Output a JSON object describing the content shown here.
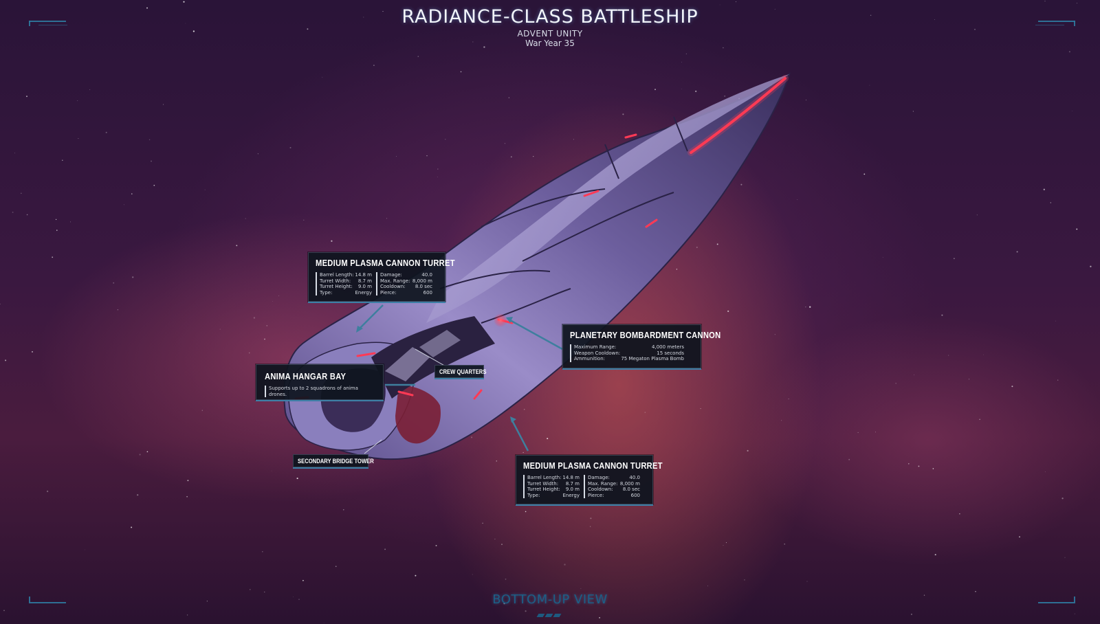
{
  "header": {
    "title": "RADIANCE-CLASS BATTLESHIP",
    "faction": "ADVENT UNITY",
    "era": "War Year 35"
  },
  "callouts": {
    "turret_top": {
      "title": "MEDIUM PLASMA CANNON TURRET",
      "left_stats": [
        {
          "label": "Barrel Length:",
          "value": "14.8 m"
        },
        {
          "label": "Turret Width:",
          "value": "8.7 m"
        },
        {
          "label": "Turret Height:",
          "value": "9.0 m"
        },
        {
          "label": "Type:",
          "value": "Energy"
        }
      ],
      "right_stats": [
        {
          "label": "Damage:",
          "value": "40.0"
        },
        {
          "label": "Max. Range:",
          "value": "8,000 m"
        },
        {
          "label": "Cooldown:",
          "value": "8.0 sec"
        },
        {
          "label": "Pierce:",
          "value": "600"
        }
      ]
    },
    "bombardment": {
      "title": "PLANETARY BOMBARDMENT CANNON",
      "stats": [
        {
          "label": "Maximum Range:",
          "value": "4,000 meters"
        },
        {
          "label": "Weapon Cooldown:",
          "value": "15 seconds"
        },
        {
          "label": "Ammunition:",
          "value": "75 Megaton Plasma Bomb"
        }
      ]
    },
    "hangar": {
      "title": "ANIMA HANGAR BAY",
      "description": "Supports up to 2 squadrons of anima drones."
    },
    "crew_quarters": {
      "label": "CREW QUARTERS"
    },
    "secondary_bridge": {
      "label": "SECONDARY BRIDGE TOWER"
    },
    "turret_bottom": {
      "title": "MEDIUM PLASMA CANNON TURRET",
      "left_stats": [
        {
          "label": "Barrel Length:",
          "value": "14.8 m"
        },
        {
          "label": "Turret Width:",
          "value": "8.7 m"
        },
        {
          "label": "Turret Height:",
          "value": "9.0 m"
        },
        {
          "label": "Type:",
          "value": "Energy"
        }
      ],
      "right_stats": [
        {
          "label": "Damage:",
          "value": "40.0"
        },
        {
          "label": "Max. Range:",
          "value": "8,000 m"
        },
        {
          "label": "Cooldown:",
          "value": "8.0 sec"
        },
        {
          "label": "Pierce:",
          "value": "600"
        }
      ]
    }
  },
  "footer": {
    "view_label": "BOTTOM-UP VIEW",
    "pages": 3
  },
  "colors": {
    "accent": "#3d7fa6",
    "ship_glow": "#ff3a55",
    "panel": "#0e141e"
  }
}
